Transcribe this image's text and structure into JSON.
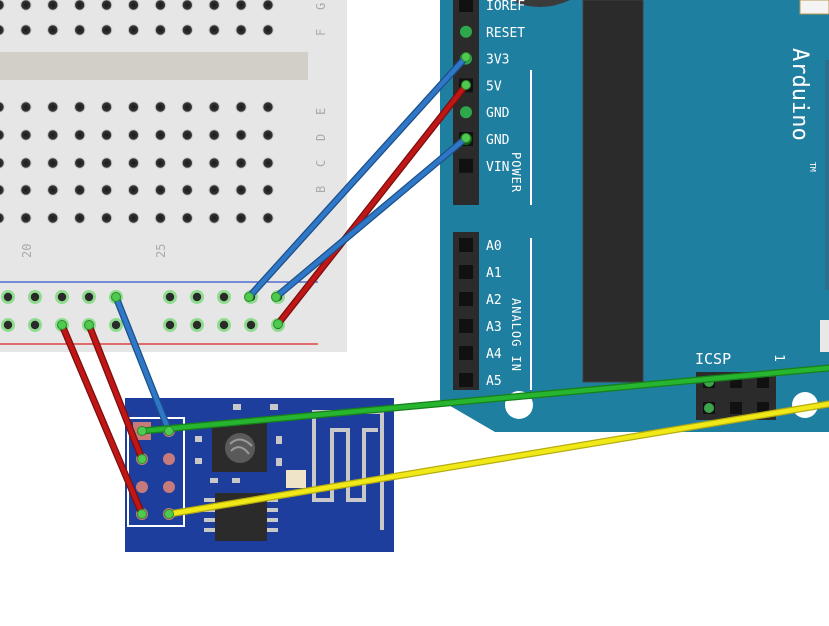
{
  "breadboard": {
    "row_labels_top": [
      "G",
      "F"
    ],
    "row_labels_mid": [
      "E",
      "D",
      "C",
      "B"
    ],
    "column_labels": [
      "20",
      "25"
    ]
  },
  "arduino": {
    "brand": "Arduino",
    "trademark": "TM",
    "power_pins": [
      "IOREF",
      "RESET",
      "3V3",
      "5V",
      "GND",
      "GND",
      "VIN"
    ],
    "power_label": "POWER",
    "analog_pins": [
      "A0",
      "A1",
      "A2",
      "A3",
      "A4",
      "A5"
    ],
    "analog_label": "ANALOG IN",
    "icsp_label": "ICSP",
    "icsp_pin1": "1"
  },
  "wire_colors": {
    "blue": "#2f78c8",
    "red": "#c01616",
    "green": "#27b42e",
    "yellow": "#f0e817"
  },
  "board_colors": {
    "arduino": "#1f7fa1",
    "esp_module": "#1e3e9e",
    "breadboard": "#e6e6e6"
  }
}
